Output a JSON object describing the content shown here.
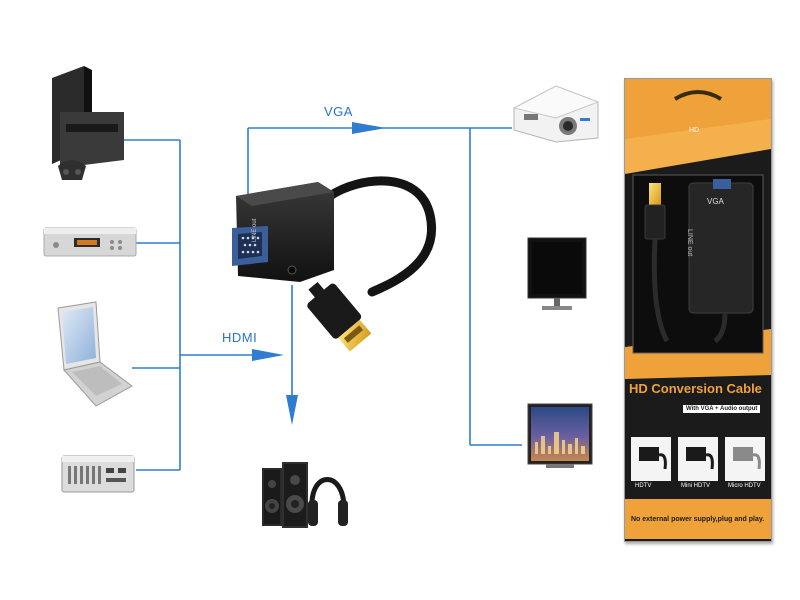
{
  "labels": {
    "vga": "VGA",
    "hdmi": "HDMI"
  },
  "adapter": {
    "port_label": "LINE out"
  },
  "package": {
    "top_badge": "HD",
    "window_vga": "VGA",
    "window_line_out": "LINE out",
    "title": "HD Conversion Cable",
    "subtitle": "With VGA + Audio output",
    "variants": [
      {
        "label": "HDTV"
      },
      {
        "label": "Mini  HDTV"
      },
      {
        "label": "Micro  HDTV"
      }
    ],
    "footer": "No external power supply,plug and play."
  },
  "colors": {
    "line": "#2e7dd0",
    "package_orange": "#f0a23a",
    "package_dark": "#1b1b1b"
  },
  "sources": [
    {
      "icon": "game-console-icon"
    },
    {
      "icon": "set-top-box-icon"
    },
    {
      "icon": "laptop-icon"
    },
    {
      "icon": "desktop-pc-icon"
    }
  ],
  "outputs": [
    {
      "icon": "projector-icon"
    },
    {
      "icon": "monitor-icon"
    },
    {
      "icon": "tv-icon"
    }
  ],
  "audio": {
    "icon": "speakers-headphones-icon"
  }
}
